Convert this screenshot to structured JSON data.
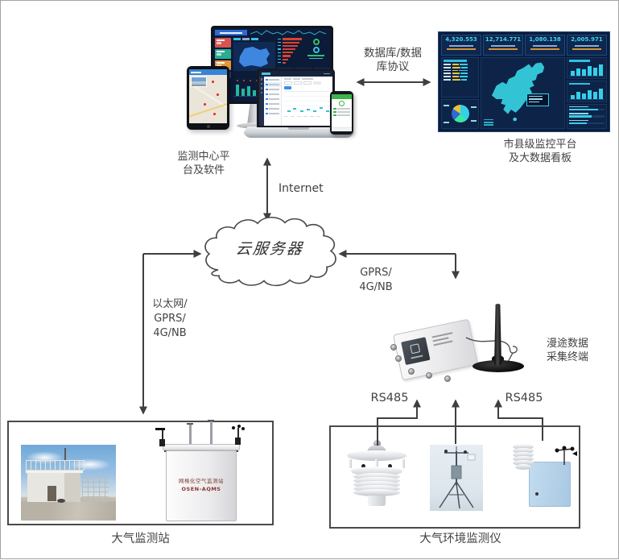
{
  "colors": {
    "line": "#3f3f3f",
    "dashboard-bg": "#0b1c3e",
    "dashboard-cyan": "#3fd6f0",
    "map-cyan": "#35d2e2",
    "accent-blue": "#2e6ad1",
    "tile-red": "#d9534f",
    "tile-teal": "#2bab92",
    "tile-orange": "#e8973a",
    "phone-green": "#3cb54a",
    "cabinet-text": "#7a3b2e"
  },
  "cluster": {
    "label": "监测中心平\n台及软件"
  },
  "big_screen": {
    "label": "市县级监控平台\n及大数据看板",
    "kpis": [
      "4,320.553",
      "12,714.771",
      "1,080.138",
      "2,005.971"
    ]
  },
  "connections": {
    "db_protocol": "数据库/数据\n库协议",
    "internet": "Internet",
    "cloud_server": "云服务器",
    "ethernet": "以太网/\nGPRS/\n4G/NB",
    "gprs": "GPRS/\n4G/NB",
    "rs485_left": "RS485",
    "rs485_right": "RS485",
    "terminal": "漫途数据\n采集终端"
  },
  "station_box": {
    "label": "大气监测站",
    "cabinet_title": "网格化空气监测站",
    "cabinet_model": "OSEN-AQMS"
  },
  "instrument_box": {
    "label": "大气环境监测仪"
  }
}
